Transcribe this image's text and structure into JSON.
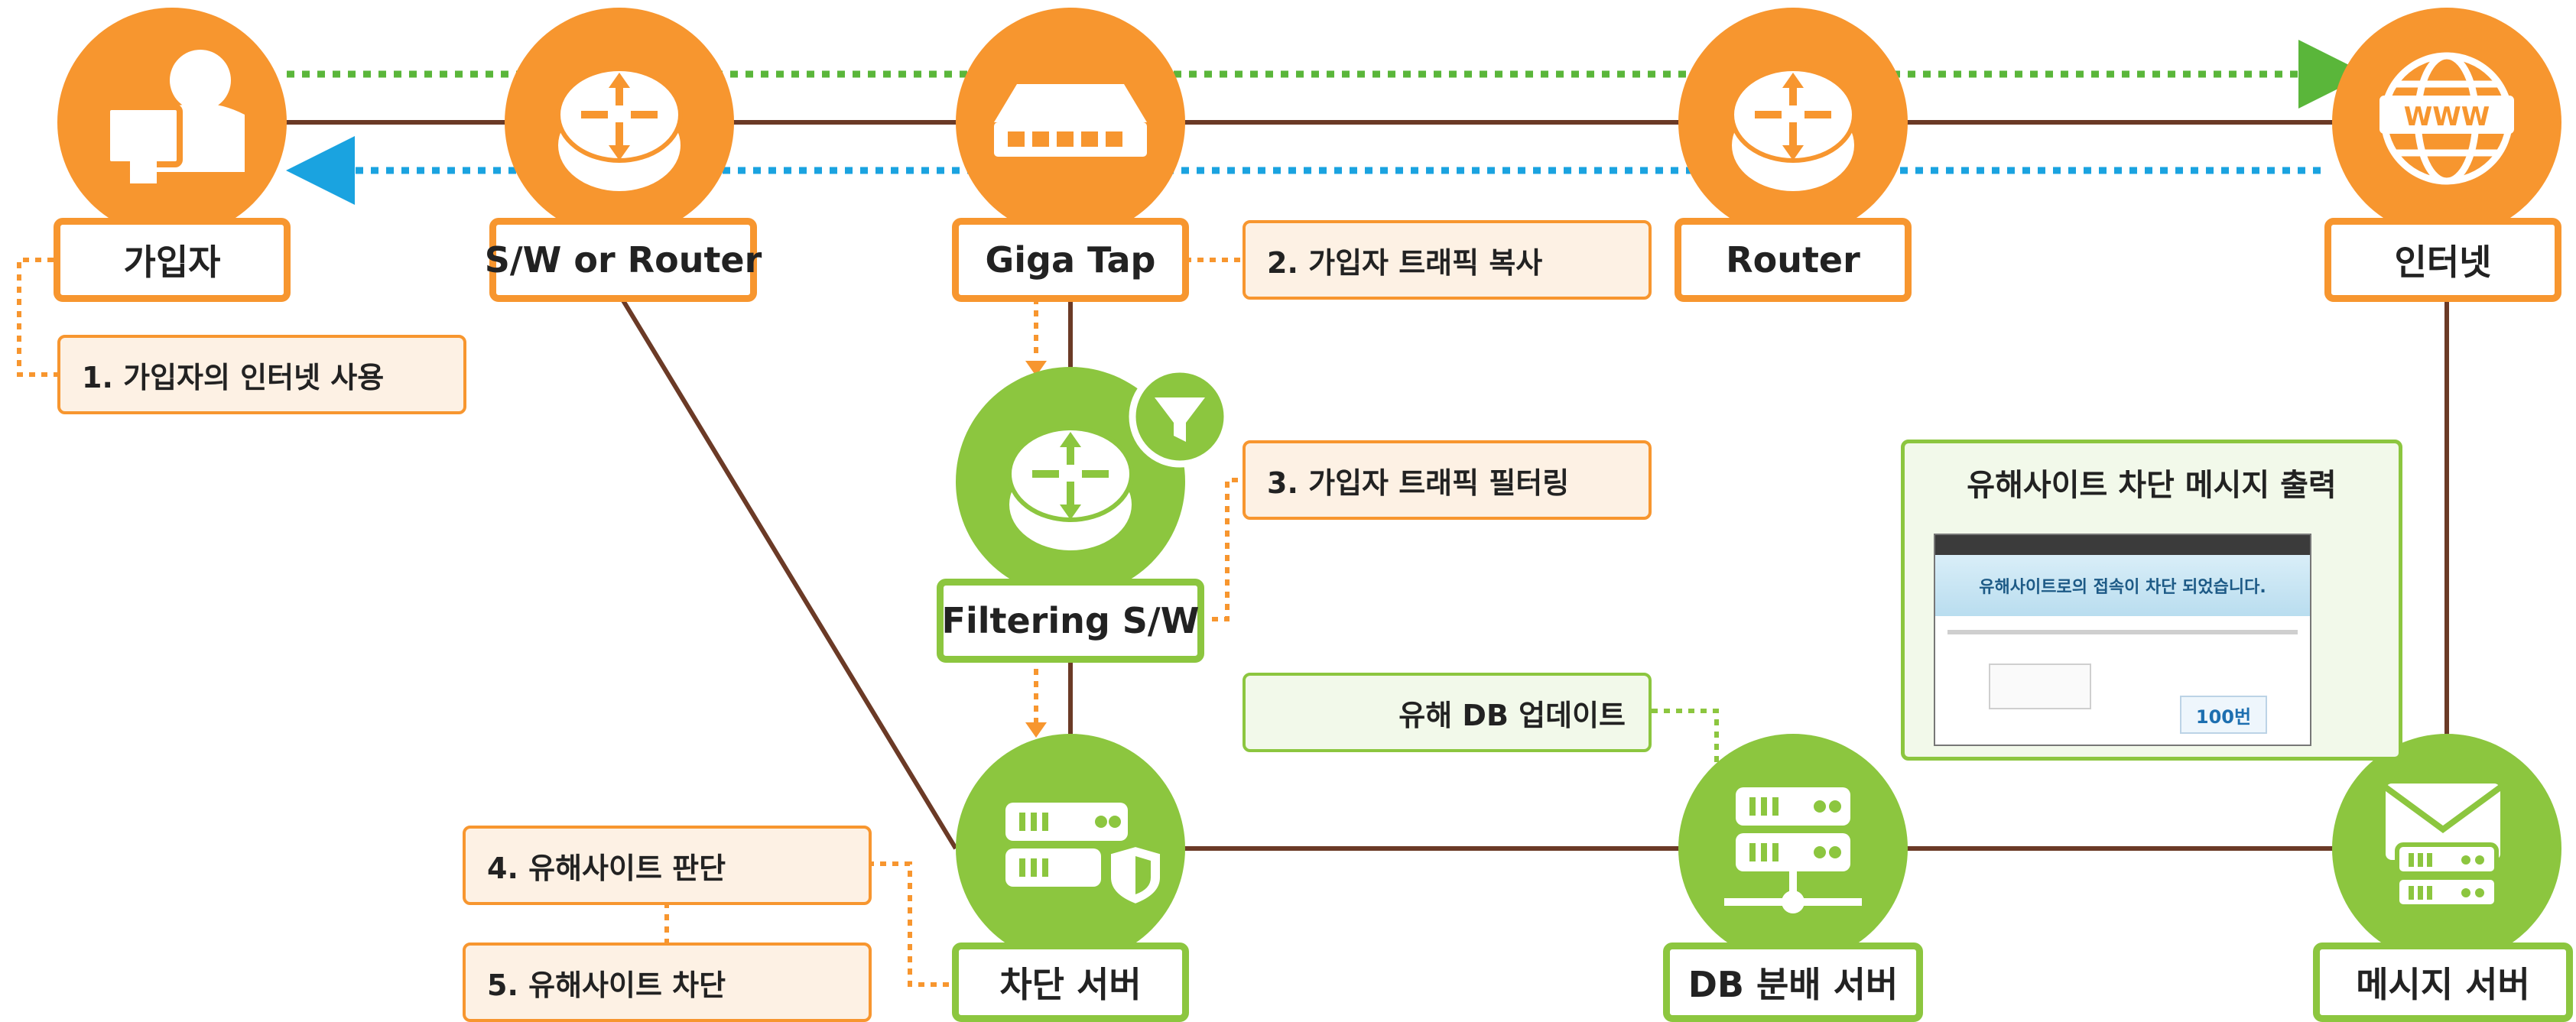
{
  "nodes": {
    "subscriber": "가입자",
    "sw_router": "S/W or Router",
    "giga_tap": "Giga Tap",
    "router": "Router",
    "internet": "인터넷",
    "filtering": "Filtering S/W",
    "block_server": "차단 서버",
    "db_server": "DB 분배 서버",
    "msg_server": "메시지 서버"
  },
  "steps": {
    "s1": "1. 가입자의 인터넷 사용",
    "s2": "2. 가입자 트래픽 복사",
    "s3": "3. 가입자 트래픽 필터링",
    "s4": "4. 유해사이트 판단",
    "s5": "5. 유해사이트 차단",
    "db_update": "유해 DB 업데이트"
  },
  "panel": {
    "title": "유해사이트 차단 메시지 출력",
    "banner": "유해사이트로의 접속이 차단 되었습니다.",
    "count": "100번"
  },
  "icons": {
    "subscriber": "user-computer-icon",
    "sw_router": "router-icon",
    "giga_tap": "network-switch-icon",
    "router": "router-icon",
    "internet": "globe-www-icon",
    "filtering": "router-filter-icon",
    "block_server": "server-shield-icon",
    "db_server": "server-network-icon",
    "msg_server": "mail-server-icon"
  },
  "colors": {
    "orange": "#f7962f",
    "green": "#8cc63f",
    "line": "#6b3a26",
    "arrow_green": "#5ab63a",
    "arrow_blue": "#1aa3e0"
  }
}
